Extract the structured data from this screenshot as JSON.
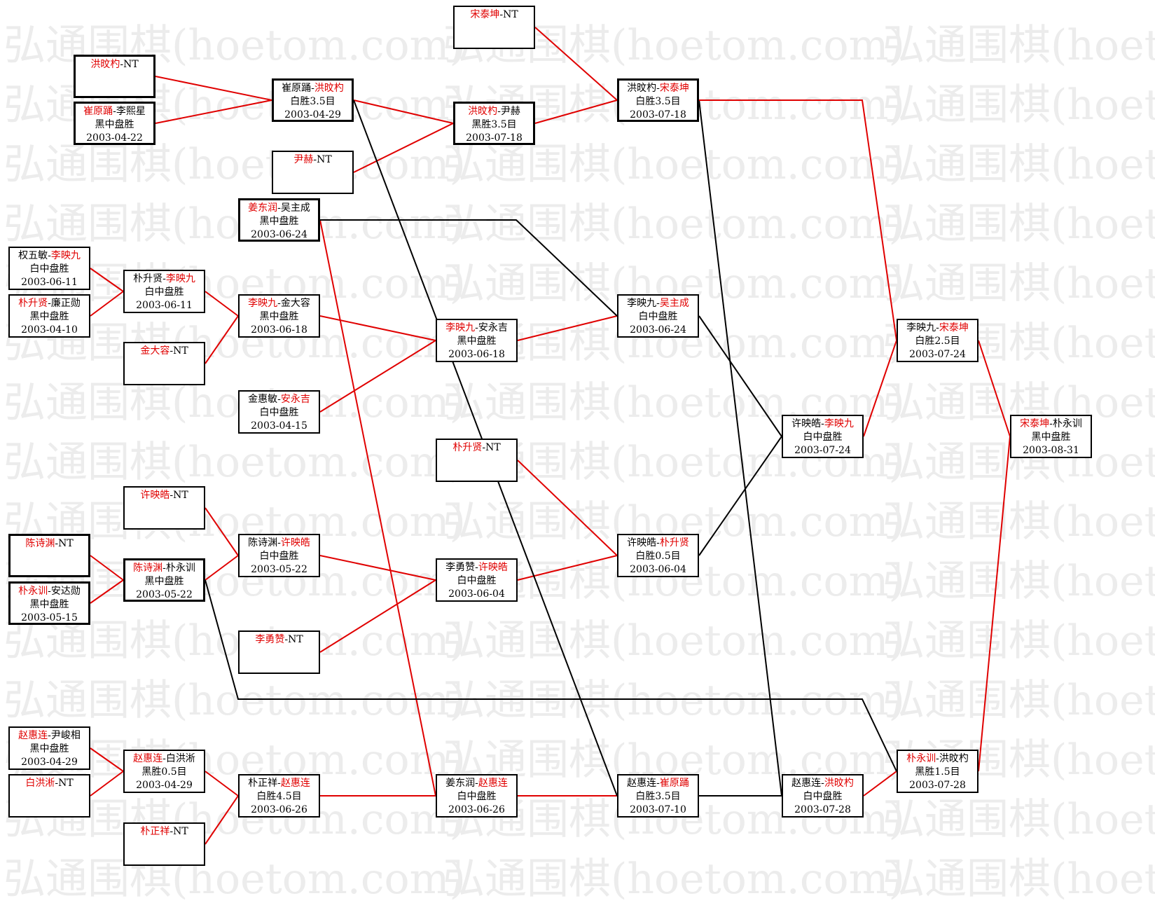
{
  "watermark": "弘通围棋(hoetom.com)",
  "colors": {
    "winner": "#e00000",
    "line_red": "#e00000",
    "line_black": "#000000",
    "watermark": "#ececec"
  },
  "matches": [
    {
      "id": "m1",
      "name_a": "洪旼杓",
      "sep": "-",
      "name_b": "NT",
      "winner": "a",
      "result": "",
      "date": ""
    },
    {
      "id": "m2",
      "name_a": "崔原踊",
      "sep": "-",
      "name_b": "李熙星",
      "winner": "a",
      "result": "黑中盘胜",
      "date": "2003-04-22"
    },
    {
      "id": "m3",
      "name_a": "崔原踊",
      "sep": "-",
      "name_b": "洪旼杓",
      "winner": "b",
      "result": "白胜3.5目",
      "date": "2003-04-29"
    },
    {
      "id": "m4",
      "name_a": "尹赫",
      "sep": "-",
      "name_b": "NT",
      "winner": "a",
      "result": "",
      "date": ""
    },
    {
      "id": "m5",
      "name_a": "宋泰坤",
      "sep": "-",
      "name_b": "NT",
      "winner": "a",
      "result": "",
      "date": ""
    },
    {
      "id": "m6",
      "name_a": "洪旼杓",
      "sep": "-",
      "name_b": "尹赫",
      "winner": "a",
      "result": "黑胜3.5目",
      "date": "2003-07-18"
    },
    {
      "id": "m7",
      "name_a": "洪旼杓",
      "sep": "-",
      "name_b": "宋泰坤",
      "winner": "b",
      "result": "白胜3.5目",
      "date": "2003-07-18"
    },
    {
      "id": "m8",
      "name_a": "姜东润",
      "sep": "-",
      "name_b": "吴主成",
      "winner": "a",
      "result": "黑中盘胜",
      "date": "2003-06-24"
    },
    {
      "id": "m9",
      "name_a": "权五敏",
      "sep": "-",
      "name_b": "李映九",
      "winner": "b",
      "result": "白中盘胜",
      "date": "2003-06-11"
    },
    {
      "id": "m10",
      "name_a": "朴升贤",
      "sep": "-",
      "name_b": "廉正勋",
      "winner": "a",
      "result": "黑中盘胜",
      "date": "2003-04-10"
    },
    {
      "id": "m11",
      "name_a": "朴升贤",
      "sep": "-",
      "name_b": "李映九",
      "winner": "b",
      "result": "白中盘胜",
      "date": "2003-06-11"
    },
    {
      "id": "m12",
      "name_a": "李映九",
      "sep": "-",
      "name_b": "金大容",
      "winner": "a",
      "result": "黑中盘胜",
      "date": "2003-06-18"
    },
    {
      "id": "m13",
      "name_a": "金大容",
      "sep": "-",
      "name_b": "NT",
      "winner": "a",
      "result": "",
      "date": ""
    },
    {
      "id": "m14",
      "name_a": "金惠敏",
      "sep": "-",
      "name_b": "安永吉",
      "winner": "b",
      "result": "白中盘胜",
      "date": "2003-04-15"
    },
    {
      "id": "m15",
      "name_a": "李映九",
      "sep": "-",
      "name_b": "安永吉",
      "winner": "a",
      "result": "黑中盘胜",
      "date": "2003-06-18"
    },
    {
      "id": "m16",
      "name_a": "李映九",
      "sep": "-",
      "name_b": "吴主成",
      "winner": "b",
      "result": "白中盘胜",
      "date": "2003-06-24"
    },
    {
      "id": "m17",
      "name_a": "李映九",
      "sep": "-",
      "name_b": "宋泰坤",
      "winner": "b",
      "result": "白胜2.5目",
      "date": "2003-07-24"
    },
    {
      "id": "m18",
      "name_a": "许映皓",
      "sep": "-",
      "name_b": "李映九",
      "winner": "b",
      "result": "白中盘胜",
      "date": "2003-07-24"
    },
    {
      "id": "m19",
      "name_a": "宋泰坤",
      "sep": "-",
      "name_b": "朴永训",
      "winner": "a",
      "result": "黑中盘胜",
      "date": "2003-08-31"
    },
    {
      "id": "m20",
      "name_a": "朴升贤",
      "sep": "-",
      "name_b": "NT",
      "winner": "a",
      "result": "",
      "date": ""
    },
    {
      "id": "m21",
      "name_a": "许映皓",
      "sep": "-",
      "name_b": "NT",
      "winner": "a",
      "result": "",
      "date": ""
    },
    {
      "id": "m22",
      "name_a": "陈诗渊",
      "sep": "-",
      "name_b": "NT",
      "winner": "a",
      "result": "",
      "date": ""
    },
    {
      "id": "m23",
      "name_a": "朴永训",
      "sep": "-",
      "name_b": "安达勋",
      "winner": "a",
      "result": "黑中盘胜",
      "date": "2003-05-15"
    },
    {
      "id": "m24",
      "name_a": "陈诗渊",
      "sep": "-",
      "name_b": "朴永训",
      "winner": "a",
      "result": "黑中盘胜",
      "date": "2003-05-22"
    },
    {
      "id": "m25",
      "name_a": "陈诗渊",
      "sep": "-",
      "name_b": "许映皓",
      "winner": "b",
      "result": "白中盘胜",
      "date": "2003-05-22"
    },
    {
      "id": "m26",
      "name_a": "李勇赞",
      "sep": "-",
      "name_b": "NT",
      "winner": "a",
      "result": "",
      "date": ""
    },
    {
      "id": "m27",
      "name_a": "李勇赞",
      "sep": "-",
      "name_b": "许映皓",
      "winner": "b",
      "result": "白中盘胜",
      "date": "2003-06-04"
    },
    {
      "id": "m28",
      "name_a": "许映皓",
      "sep": "-",
      "name_b": "朴升贤",
      "winner": "b",
      "result": "白胜0.5目",
      "date": "2003-06-04"
    },
    {
      "id": "m29",
      "name_a": "赵惠连",
      "sep": "-",
      "name_b": "尹峻相",
      "winner": "a",
      "result": "黑中盘胜",
      "date": "2003-04-29"
    },
    {
      "id": "m30",
      "name_a": "白洪淅",
      "sep": "-",
      "name_b": "NT",
      "winner": "a",
      "result": "",
      "date": ""
    },
    {
      "id": "m31",
      "name_a": "赵惠连",
      "sep": "-",
      "name_b": "白洪淅",
      "winner": "a",
      "result": "黑胜0.5目",
      "date": "2003-04-29"
    },
    {
      "id": "m32",
      "name_a": "朴正祥",
      "sep": "-",
      "name_b": "NT",
      "winner": "a",
      "result": "",
      "date": ""
    },
    {
      "id": "m33",
      "name_a": "朴正祥",
      "sep": "-",
      "name_b": "赵惠连",
      "winner": "b",
      "result": "白胜4.5目",
      "date": "2003-06-26"
    },
    {
      "id": "m34",
      "name_a": "姜东润",
      "sep": "-",
      "name_b": "赵惠连",
      "winner": "b",
      "result": "白中盘胜",
      "date": "2003-06-26"
    },
    {
      "id": "m35",
      "name_a": "赵惠连",
      "sep": "-",
      "name_b": "崔原踊",
      "winner": "b",
      "result": "白胜3.5目",
      "date": "2003-07-10"
    },
    {
      "id": "m36",
      "name_a": "赵惠连",
      "sep": "-",
      "name_b": "洪旼杓",
      "winner": "b",
      "result": "白中盘胜",
      "date": "2003-07-28"
    },
    {
      "id": "m37",
      "name_a": "朴永训",
      "sep": "-",
      "name_b": "洪旼杓",
      "winner": "a",
      "result": "黑胜1.5目",
      "date": "2003-07-28"
    }
  ]
}
